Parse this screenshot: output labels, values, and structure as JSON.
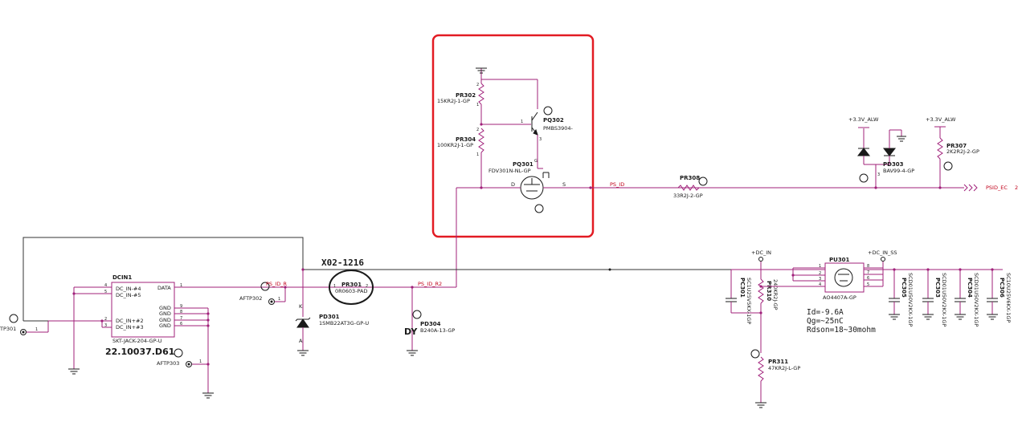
{
  "labels": {
    "pr302": "PR302",
    "pr302_val": "15KR2J-1-GP",
    "pr304": "PR304",
    "pr304_val": "100KR2J-1-GP",
    "pq302": "PQ302",
    "pq302_val": "PMBS3904-",
    "pq301": "PQ301",
    "pq301_val": "FDV301N-NL-GP",
    "pq301_d": "D",
    "pq301_s": "S",
    "pq301_g": "G",
    "ps_id": "PS_ID",
    "pr308": "PR308",
    "pr308_val": "33R2J-2-GP",
    "v33_1": "+3.3V_ALW",
    "v33_2": "+3.3V_ALW",
    "pd303": "PD303",
    "pd303_val": "BAV99-4-GP",
    "pr307": "PR307",
    "pr307_val": "2K2R2J-2-GP",
    "psid_ec": "PSID_EC",
    "psid_ec_page": "2",
    "x02": "X02-1216",
    "pr301": "PR301",
    "pr301_val": "0R0603-PAD",
    "ps_id_r": "PS_ID_R",
    "ps_id_r2": "PS_ID_R2",
    "aftp302": "AFTP302",
    "aftp303": "AFTP303",
    "aftp301": "TP301",
    "dcin1": "DCIN1",
    "dcin_p4": "DC_IN-#4",
    "dcin_p5": "DC_IN-#5",
    "dcin_data": "DATA",
    "dcin_gnd1": "GND",
    "dcin_gnd2": "GND",
    "dcin_gnd3": "GND",
    "dcin_gnd4": "GND",
    "dcin_p2": "DC_IN+#2",
    "dcin_p3": "DC_IN+#3",
    "dcin_val": "SKT-JACK-204-GP-U",
    "dcin_part": "22.10037.D61",
    "pd301": "PD301",
    "pd301_val": "1SMB22AT3G-GP-U",
    "pd304": "PD304",
    "pd304_val": "B240A-13-GP",
    "dy": "DY",
    "dc_in": "+DC_IN",
    "dc_in_ss": "+DC_IN_SS",
    "pc301": "PC301",
    "pc301_val": "SC1U25V5KX-1GP",
    "pr310": "PR310",
    "pr310_val": "240KR2J-GP",
    "pu301": "PU301",
    "pu301_val": "AO4407A-GP",
    "id": "Id=-9.6A",
    "qg": "Qg=~25nC",
    "rdson": "Rdson=18~30mohm",
    "pr311": "PR311",
    "pr311_val": "47KR2J-L-GP",
    "pc305": "PC305",
    "pc305_val": "SCD01U50V2KX-1GP",
    "pc303": "PC303",
    "pc303_val": "SCD01U50V2KX-1GP",
    "pc304": "PC304",
    "pc304_val": "SCD01U50V2KX-1GP",
    "pc306": "PC306",
    "pc306_val": "SC10U25V6KX-1GP",
    "dp_a": "A",
    "dp_k": "K"
  },
  "colors": {
    "wire": "#a0207a",
    "highlight": "#e21b23",
    "net_label": "#c0001a"
  }
}
